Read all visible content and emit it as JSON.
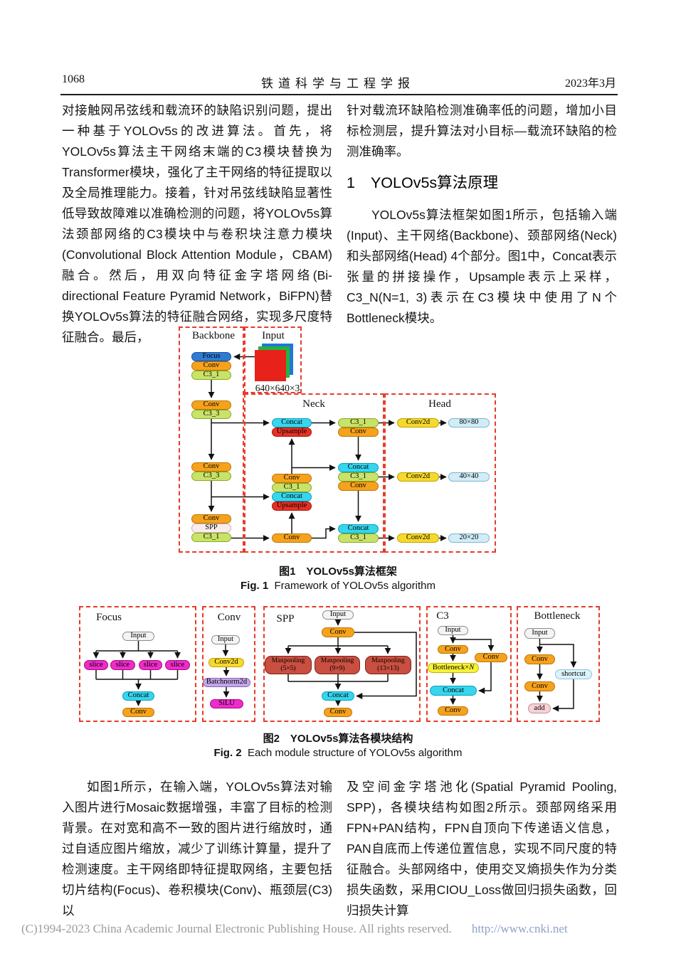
{
  "header": {
    "page_number": "1068",
    "journal": "铁道科学与工程学报",
    "date": "2023年3月"
  },
  "body": {
    "left_top": "对接触网吊弦线和载流环的缺陷识别问题，提出一种基于YOLOv5s的改进算法。首先，将YOLOv5s算法主干网络末端的C3模块替换为Transformer模块，强化了主干网络的特征提取以及全局推理能力。接着，针对吊弦线缺陷显著性低导致故障难以准确检测的问题，将YOLOv5s算法颈部网络的C3模块中与卷积块注意力模块(Convolutional Block Attention Module，CBAM)融合。然后，用双向特征金字塔网络(Bi-directional Feature Pyramid Network，BiFPN)替换YOLOv5s算法的特征融合网络，实现多尺度特征融合。最后，",
    "right_top_1": "针对载流环缺陷检测准确率低的问题，增加小目标检测层，提升算法对小目标—载流环缺陷的检测准确率。",
    "heading_number": "1",
    "heading_title": "YOLOv5s算法原理",
    "right_top_2": "YOLOv5s算法框架如图1所示，包括输入端(Input)、主干网络(Backbone)、颈部网络(Neck)和头部网络(Head) 4个部分。图1中，Concat表示张量的拼接操作，Upsample表示上采样，C3_N(N=1, 3)表示在C3模块中使用了N个Bottleneck模块。",
    "left_bottom": "如图1所示，在输入端，YOLOv5s算法对输入图片进行Mosaic数据增强，丰富了目标的检测背景。在对宽和高不一致的图片进行缩放时，通过自适应图片缩放，减少了训练计算量，提升了检测速度。主干网络即特征提取网络，主要包括切片结构(Focus)、卷积模块(Conv)、瓶颈层(C3)以",
    "right_bottom": "及空间金字塔池化(Spatial Pyramid Pooling, SPP)，各模块结构如图2所示。颈部网络采用FPN+PAN结构，FPN自顶向下传递语义信息，PAN自底而上传递位置信息，实现不同尺度的特征融合。头部网络中，使用交叉熵损失作为分类损失函数，采用CIOU_Loss做回归损失函数，回归损失计算"
  },
  "labels": {
    "focus": "Focus",
    "conv": "Conv",
    "c3_1": "C3_1",
    "c3_3": "C3_3",
    "spp": "SPP",
    "concat": "Concat",
    "upsample": "Upsample",
    "conv2d": "Conv2d",
    "input": "Input",
    "slice": "slice",
    "batchnorm2d": "Batchnorm2d",
    "silu": "SiLU",
    "maxpooling": "Maxpooling",
    "k5": "(5×5)",
    "k9": "(9×9)",
    "k13": "(13×13)",
    "bottleneck_prefix": "Bottleneck×",
    "bottleneck_n": "N",
    "shortcut": "shortcut",
    "add": "add",
    "out80": "80×80",
    "out40": "40×40",
    "out20": "20×20"
  },
  "figure1": {
    "regions": {
      "backbone": "Backbone",
      "input": "Input",
      "neck": "Neck",
      "head": "Head"
    },
    "input_size": "640×640×3",
    "caption_zh": "图1　YOLOv5s算法框架",
    "caption_en_prefix": "Fig. 1",
    "caption_en_text": "Framework of YOLOv5s algorithm"
  },
  "figure2": {
    "modules": {
      "focus": "Focus",
      "conv": "Conv",
      "spp": "SPP",
      "c3": "C3",
      "bottleneck": "Bottleneck"
    },
    "caption_zh": "图2　YOLOv5s算法各模块结构",
    "caption_en_prefix": "Fig. 2",
    "caption_en_text": "Each module structure of YOLOv5s algorithm"
  },
  "colors": {
    "dashed_border": "#e73b2b",
    "conv_orange": "#f6a21c",
    "c3_green": "#c9e26a",
    "concat_cyan": "#35d6ee",
    "upsample_red": "#e63226",
    "conv2d_yellow": "#f6d92b",
    "focus_blue": "#2f7bd3",
    "slice_magenta": "#ee2cc9",
    "maxpool_brick": "#c94f41",
    "output_paleblue": "#d2edf7"
  },
  "footer": {
    "copyright": "(C)1994-2023 China Academic Journal Electronic Publishing House. All rights reserved.",
    "url": "http://www.cnki.net"
  }
}
